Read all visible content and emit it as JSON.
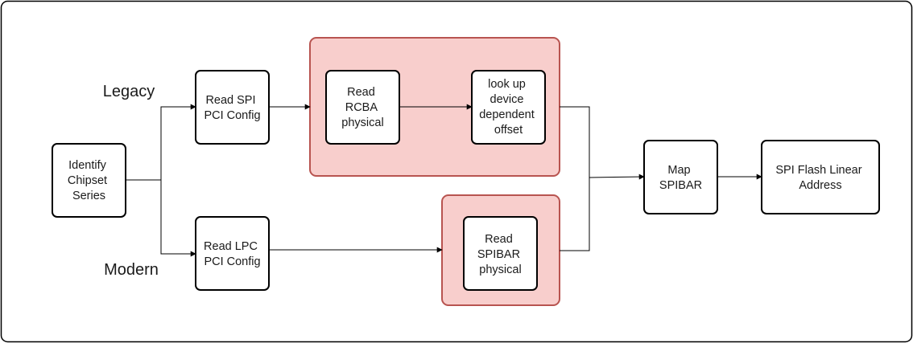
{
  "labels": {
    "legacy": "Legacy",
    "modern": "Modern"
  },
  "nodes": {
    "identify": [
      "Identify",
      "Chipset",
      "Series"
    ],
    "read_spi": [
      "Read SPI",
      "PCI Config"
    ],
    "read_lpc": [
      "Read LPC",
      "PCI Config"
    ],
    "read_rcba": [
      "Read",
      "RCBA",
      "physical"
    ],
    "lookup": [
      "look up",
      "device",
      "dependent",
      "offset"
    ],
    "read_spibar": [
      "Read",
      "SPIBAR",
      "physical"
    ],
    "map_spibar": [
      "Map",
      "SPIBAR"
    ],
    "spi_flash": [
      "SPI Flash Linear",
      "Address"
    ]
  },
  "colors": {
    "group_fill": "#f8cecc",
    "group_stroke": "#b85450",
    "box_stroke": "#000000",
    "text": "#1a1a1a"
  }
}
